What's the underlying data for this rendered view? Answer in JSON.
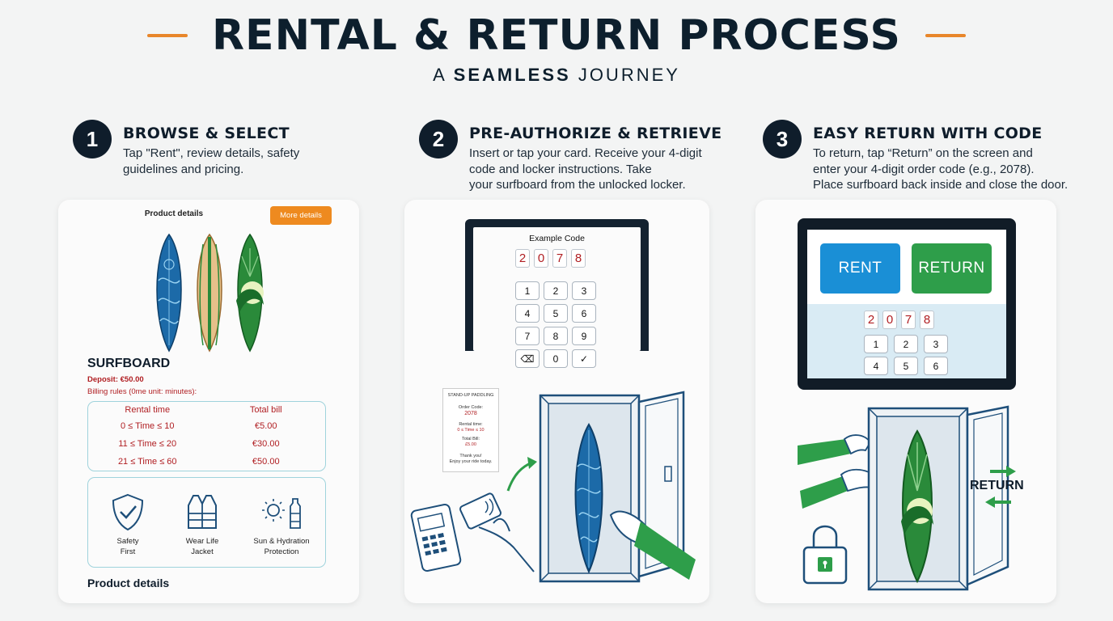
{
  "header": {
    "title": "RENTAL & RETURN PROCESS",
    "subtitle_prefix": "A",
    "subtitle_bold": "SEAMLESS",
    "subtitle_suffix": "JOURNEY"
  },
  "steps": [
    {
      "number": "1",
      "title": "BROWSE & SELECT",
      "description": "Tap \"Rent\", review details, safety\nguidelines and pricing."
    },
    {
      "number": "2",
      "title": "PRE-AUTHORIZE & RETRIEVE",
      "description": "Insert or tap your card. Receive your 4-digit\ncode and locker instructions. Take\nyour surfboard from the unlocked locker."
    },
    {
      "number": "3",
      "title": "EASY RETURN WITH CODE",
      "description": "To return, tap “Return” on the screen and\nenter your 4-digit order code (e.g., 2078).\nPlace surfboard back inside and close the door."
    }
  ],
  "product_card": {
    "header": "Product details",
    "more_button": "More details",
    "product_name": "SURFBOARD",
    "deposit": "Deposit:  €50.00",
    "billing_rules": "Billing rules (0me unit: minutes):",
    "table": {
      "headers": [
        "Rental time",
        "Total bill"
      ],
      "rows": [
        [
          "0 ≤ Time ≤ 10",
          "€5.00"
        ],
        [
          "11 ≤ Time ≤ 20",
          "€30.00"
        ],
        [
          "21 ≤ Time ≤ 60",
          "€50.00"
        ]
      ]
    },
    "safety": [
      {
        "icon": "shield-check-icon",
        "label": "Safety\nFirst"
      },
      {
        "icon": "life-jacket-icon",
        "label": "Wear Life\nJacket"
      },
      {
        "icon": "sun-bottle-icon",
        "label": "Sun & Hydration\nProtection"
      }
    ],
    "footer": "Product details"
  },
  "retrieve_card": {
    "code_label": "Example Code",
    "code_digits": [
      "2",
      "0",
      "7",
      "8"
    ],
    "keypad": [
      "1",
      "2",
      "3",
      "4",
      "5",
      "6",
      "7",
      "8",
      "9",
      "⌫",
      "0",
      "✓"
    ],
    "receipt": {
      "title": "STAND-UP PADDLING",
      "order_label": "Order Code:",
      "order_code": "2078",
      "rental_label": "Rental time:",
      "rental_value": "0 ≤ Time ≤ 10",
      "total_label": "Total Bill:",
      "total_value": "£5.00",
      "footer": "Thank you!\nEnjoy your ride today."
    }
  },
  "return_card": {
    "rent_button": "RENT",
    "return_button": "RETURN",
    "code_digits": [
      "2",
      "0",
      "7",
      "8"
    ],
    "keypad": [
      "1",
      "2",
      "3",
      "4",
      "5",
      "6"
    ],
    "return_label": "RETURN"
  },
  "colors": {
    "accent_orange": "#e8862a",
    "navy": "#0f1d2b",
    "rent_blue": "#1a8fd6",
    "return_green": "#2e9e4a",
    "board_blue": "#1c6aa8",
    "board_green": "#2a8a3a",
    "code_red": "#b01e22"
  }
}
